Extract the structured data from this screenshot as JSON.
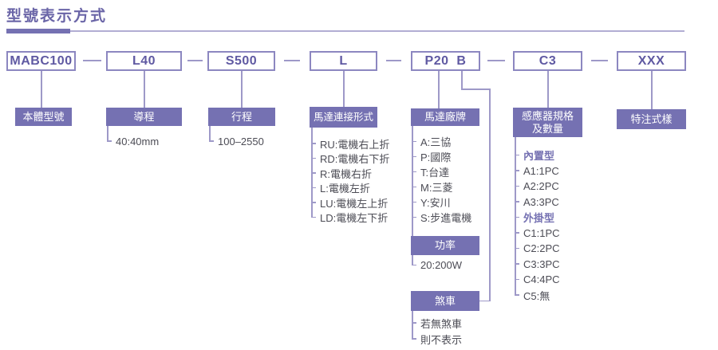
{
  "title": "型號表示方式",
  "code_boxes": {
    "body": "MABC100",
    "lead": "L40",
    "stroke": "S500",
    "motor_connection": "L",
    "motor_brand": "P20  B",
    "sensor": "C3",
    "special": "XXX"
  },
  "labels": {
    "body": "本體型號",
    "lead": "導程",
    "stroke": "行程",
    "motor_connection": "馬達連接形式",
    "motor_brand": "馬達廠牌",
    "power": "功率",
    "brake": "煞車",
    "sensor_line1": "感應器規格",
    "sensor_line2": "及數量",
    "special": "特注式樣"
  },
  "options": {
    "lead": [
      "40:40mm"
    ],
    "stroke": [
      "100–2550"
    ],
    "motor_connection": [
      "RU:電機右上折",
      "RD:電機右下折",
      "R:電機右折",
      "L:電機左折",
      "LU:電機左上折",
      "LD:電機左下折"
    ],
    "motor_brand": [
      "A:三協",
      "P:國際",
      "T:台達",
      "M:三菱",
      "Y:安川",
      "S:步進電機"
    ],
    "power": [
      "20:200W"
    ],
    "brake": [
      "若無煞車",
      "則不表示"
    ],
    "sensor": [
      "內置型",
      "A1:1PC",
      "A2:2PC",
      "A3:3PC",
      "外掛型",
      "C1:1PC",
      "C2:2PC",
      "C3:3PC",
      "C4:4PC",
      "C5:無"
    ]
  },
  "colors": {
    "purple_fill": "#7571b2",
    "box_border": "#8c87c0",
    "code_text": "#5f59a2",
    "connector_line": "#9e99c8",
    "option_text": "#4c4c55",
    "title_text": "#6a65a7"
  }
}
